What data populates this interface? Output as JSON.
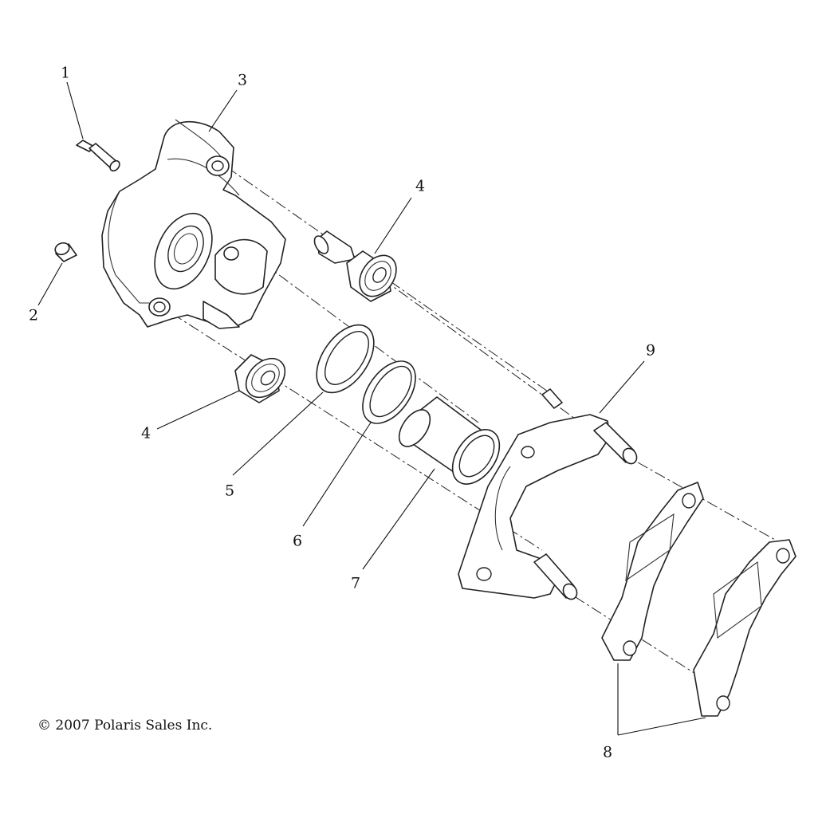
{
  "copyright": "© 2007 Polaris Sales Inc.",
  "callouts": {
    "c1": "1",
    "c2": "2",
    "c3": "3",
    "c4a": "4",
    "c4b": "4",
    "c5": "5",
    "c6": "6",
    "c7": "7",
    "c8": "8",
    "c9": "9"
  }
}
